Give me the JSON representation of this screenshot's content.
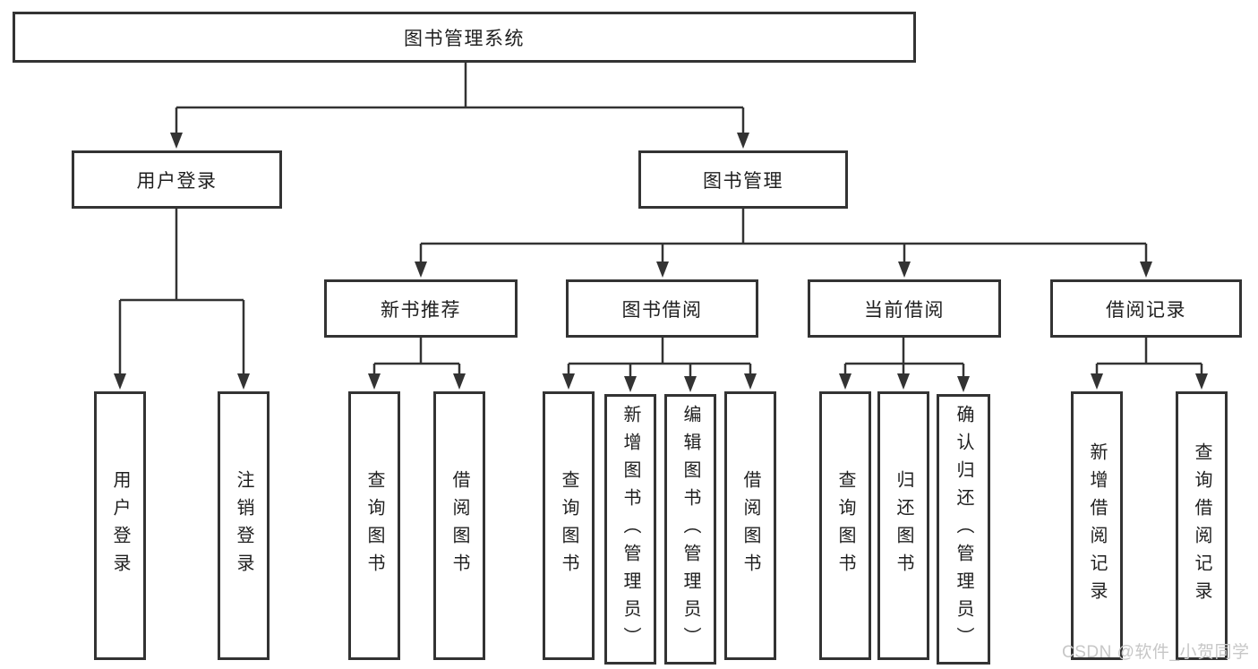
{
  "diagram_type": "hierarchy-tree",
  "colors": {
    "background": "#ffffff",
    "line": "#333333",
    "box_border": "#333333",
    "text": "#1f1f1f",
    "watermark": "#c7c7c7"
  },
  "watermark": {
    "text": "CSDN @软件_小贺同学"
  },
  "tree": {
    "label": "图书管理系统",
    "children": [
      {
        "label": "用户登录",
        "children": [
          "用户登录",
          "注销登录"
        ]
      },
      {
        "label": "图书管理",
        "children": [
          {
            "label": "新书推荐",
            "children": [
              "查询图书",
              "借阅图书"
            ]
          },
          {
            "label": "图书借阅",
            "children": [
              "查询图书",
              "新增图书（管理员）",
              "编辑图书（管理员）",
              "借阅图书"
            ]
          },
          {
            "label": "当前借阅",
            "children": [
              "查询图书",
              "归还图书",
              "确认归还（管理员）"
            ]
          },
          {
            "label": "借阅记录",
            "children": [
              "新增借阅记录",
              "查询借阅记录"
            ]
          }
        ]
      }
    ]
  }
}
